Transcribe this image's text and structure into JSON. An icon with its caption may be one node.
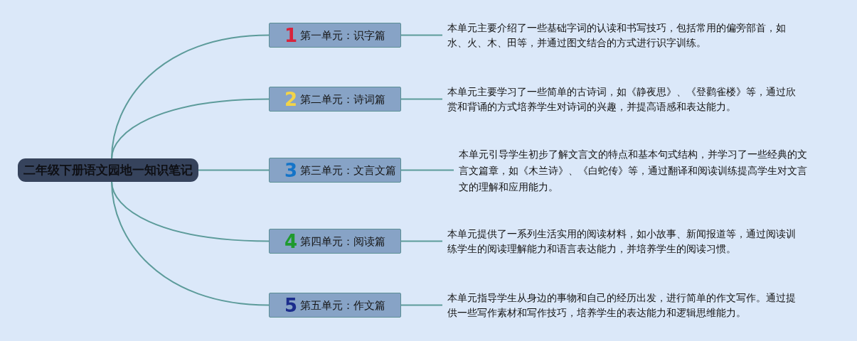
{
  "diagram": {
    "nodes": [
      {
        "text": [
          "二年级下册语文园地一知识笔记"
        ]
      },
      {
        "text": [
          "1",
          "第一单元：识字篇"
        ]
      },
      {
        "text": [
          "本单元主要介绍了一些基础字词的认读和书写技巧，包括常用的偏旁部首，如水、火、木、田等，并通过图文结合的方式进行识字训练。"
        ]
      },
      {
        "text": [
          "2",
          "第二单元：诗词篇"
        ]
      },
      {
        "text": [
          "本单元主要学习了一些简单的古诗词，如《静夜思》、《登鹳雀楼》等，通过欣赏和背诵的方式培养学生对诗词的兴趣，并提高语感和表达能力。"
        ]
      },
      {
        "text": [
          "3",
          "第三单元：文言文篇"
        ]
      },
      {
        "text": [
          "本单元引导学生初步了解文言文的特点和基本句式结构，并学习了一些经典的文言文篇章，如《木兰诗》、《白蛇传》等，通过翻译和阅读训练提高学生对文言文的理解和应用能力。"
        ]
      },
      {
        "text": [
          "4",
          "第四单元：阅读篇"
        ]
      },
      {
        "text": [
          "本单元提供了一系列生活实用的阅读材料，如小故事、新闻报道等，通过阅读训练学生的阅读理解能力和语言表达能力，并培养学生的阅读习惯。"
        ]
      },
      {
        "text": [
          "5",
          "第五单元：作文篇"
        ]
      },
      {
        "text": [
          "本单元指导学生从身边的事物和自己的经历出发，进行简单的作文写作。通过提供一些写作素材和写作技巧，培养学生的表达能力和逻辑思维能力。"
        ]
      }
    ],
    "edges": [
      {
        "from": 0,
        "to": 1,
        "arrow": "none"
      },
      {
        "from": 1,
        "to": 2,
        "arrow": "none"
      },
      {
        "from": 0,
        "to": 3,
        "arrow": "none"
      },
      {
        "from": 3,
        "to": 4,
        "arrow": "none"
      },
      {
        "from": 0,
        "to": 5,
        "arrow": "none"
      },
      {
        "from": 5,
        "to": 6,
        "arrow": "none"
      },
      {
        "from": 0,
        "to": 7,
        "arrow": "none"
      },
      {
        "from": 7,
        "to": 8,
        "arrow": "none"
      },
      {
        "from": 0,
        "to": 9,
        "arrow": "none"
      },
      {
        "from": 9,
        "to": 10,
        "arrow": "none"
      }
    ]
  }
}
